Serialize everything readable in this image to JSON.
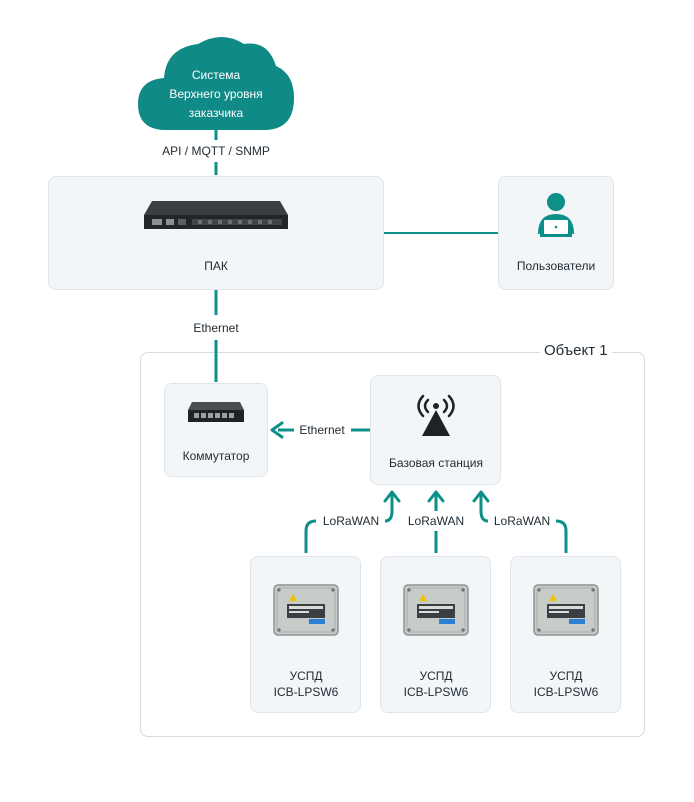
{
  "cloud": {
    "line1": "Система",
    "line2": "Верхнего уровня",
    "line3": "заказчика"
  },
  "protocol_label": "API / MQTT / SNMP",
  "pak": {
    "label": "ПАК"
  },
  "users": {
    "label": "Пользователи"
  },
  "ethernet_top_label": "Ethernet",
  "object": {
    "title": "Объект 1"
  },
  "switch": {
    "label": "Коммутатор"
  },
  "base_station": {
    "label": "Базовая станция"
  },
  "ethernet_link_label": "Ethernet",
  "lorawan_labels": [
    "LoRaWAN",
    "LoRaWAN",
    "LoRaWAN"
  ],
  "devices": [
    {
      "line1": "УСПД",
      "line2": "ICB-LPSW6"
    },
    {
      "line1": "УСПД",
      "line2": "ICB-LPSW6"
    },
    {
      "line1": "УСПД",
      "line2": "ICB-LPSW6"
    }
  ],
  "colors": {
    "accent": "#0d8f8a",
    "cloud": "#0f8a86",
    "card_bg": "#f3f6f8",
    "card_border": "#dfe5ea",
    "frame": "#d5dbe0"
  },
  "icons": [
    "cloud-icon",
    "server-rack-icon",
    "user-laptop-icon",
    "network-switch-icon",
    "antenna-icon",
    "device-enclosure-icon"
  ]
}
